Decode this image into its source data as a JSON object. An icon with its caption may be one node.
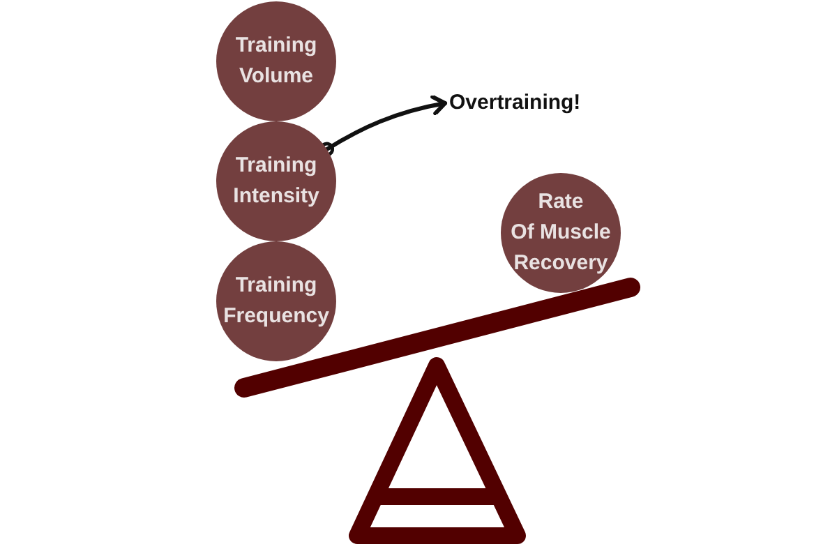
{
  "diagram": {
    "nodes": [
      {
        "text": [
          "Training Volume"
        ]
      },
      {
        "text": [
          "Training Intensity"
        ]
      },
      {
        "text": [
          "Training Frequency"
        ]
      },
      {
        "text": [
          "Overtraining!"
        ]
      },
      {
        "text": [
          "Rate Of Muscle Recovery"
        ]
      }
    ],
    "edges": [
      {
        "from": 1,
        "to": 3,
        "arrow": "to"
      }
    ]
  }
}
